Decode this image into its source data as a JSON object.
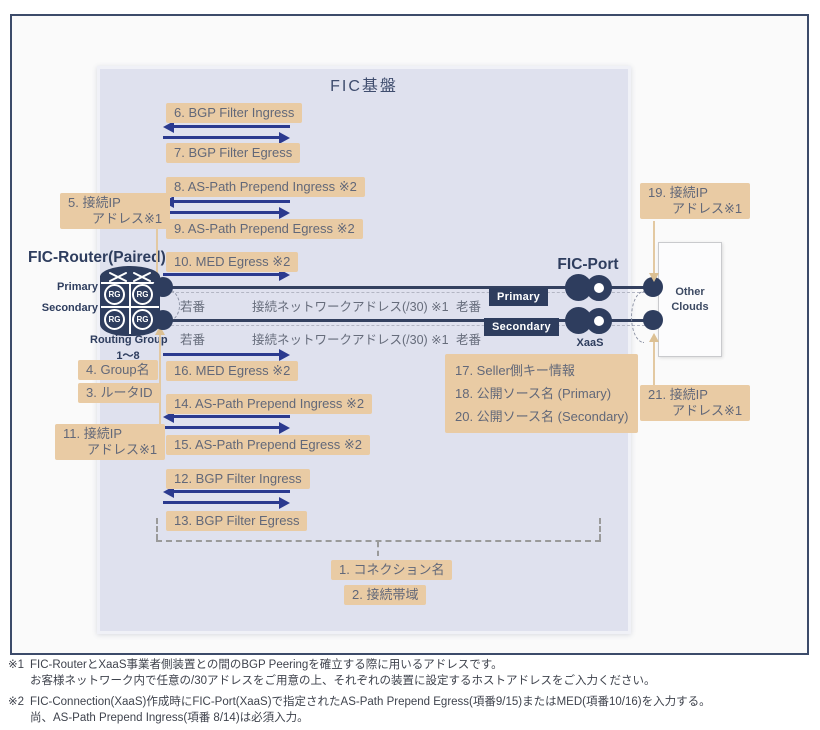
{
  "frame": {
    "platform_title": "FIC基盤"
  },
  "router": {
    "title": "FIC-Router(Paired)",
    "primary": "Primary",
    "secondary": "Secondary",
    "routing_group": "Routing Group",
    "group_range": "1〜8",
    "rg": "RG"
  },
  "port": {
    "title": "FIC-Port",
    "xaas": "XaaS"
  },
  "other_clouds": {
    "line1": "Other",
    "line2": "Clouds"
  },
  "connections": [
    {
      "near": "若番",
      "address": "接続ネットワークアドレス(/30) ※1",
      "far": "老番",
      "badge": "Primary"
    },
    {
      "near": "若番",
      "address": "接続ネットワークアドレス(/30) ※1",
      "far": "老番",
      "badge": "Secondary"
    }
  ],
  "labels": {
    "item1": "1. コネクション名",
    "item2": "2. 接続帯域",
    "item3": "3. ルータID",
    "item4": "4. Group名",
    "item5_l1": "5. 接続IP",
    "item5_l2": "アドレス※1",
    "item6": "6. BGP Filter Ingress",
    "item7": "7. BGP Filter Egress",
    "item8": "8. AS-Path Prepend Ingress ※2",
    "item9": "9. AS-Path Prepend Egress ※2",
    "item10": "10. MED Egress ※2",
    "item11_l1": "11. 接続IP",
    "item11_l2": "アドレス※1",
    "item12": "12. BGP Filter Ingress",
    "item13": "13. BGP Filter Egress",
    "item14": "14. AS-Path Prepend Ingress ※2",
    "item15": "15. AS-Path Prepend Egress ※2",
    "item16": "16. MED Egress ※2",
    "item17": "17. Seller側キー情報",
    "item18": "18. 公開ソース名 (Primary)",
    "item19_l1": "19. 接続IP",
    "item19_l2": "アドレス※1",
    "item20": "20. 公開ソース名 (Secondary)",
    "item21_l1": "21. 接続IP",
    "item21_l2": "アドレス※1"
  },
  "footnotes": [
    {
      "marker": "※1",
      "lines": [
        "FIC-RouterとXaaS事業者側装置との間のBGP Peeringを確立する際に用いるアドレスです。",
        "お客様ネットワーク内で任意の/30アドレスをご用意の上、それぞれの装置に設定するホストアドレスをご入力ください。"
      ]
    },
    {
      "marker": "※2",
      "lines": [
        "FIC-Connection(XaaS)作成時にFIC-Port(XaaS)で指定されたAS-Path Prepend Egress(項番9/15)またはMED(項番10/16)を入力する。",
        "尚、AS-Path Prepend Ingress(項番 8/14)は必須入力。"
      ]
    }
  ],
  "colors": {
    "tan": "#e9cba4",
    "navy": "#2e3d5e",
    "arrow_blue": "#2b3a8f",
    "platform_bg": "#dfe1ee"
  }
}
